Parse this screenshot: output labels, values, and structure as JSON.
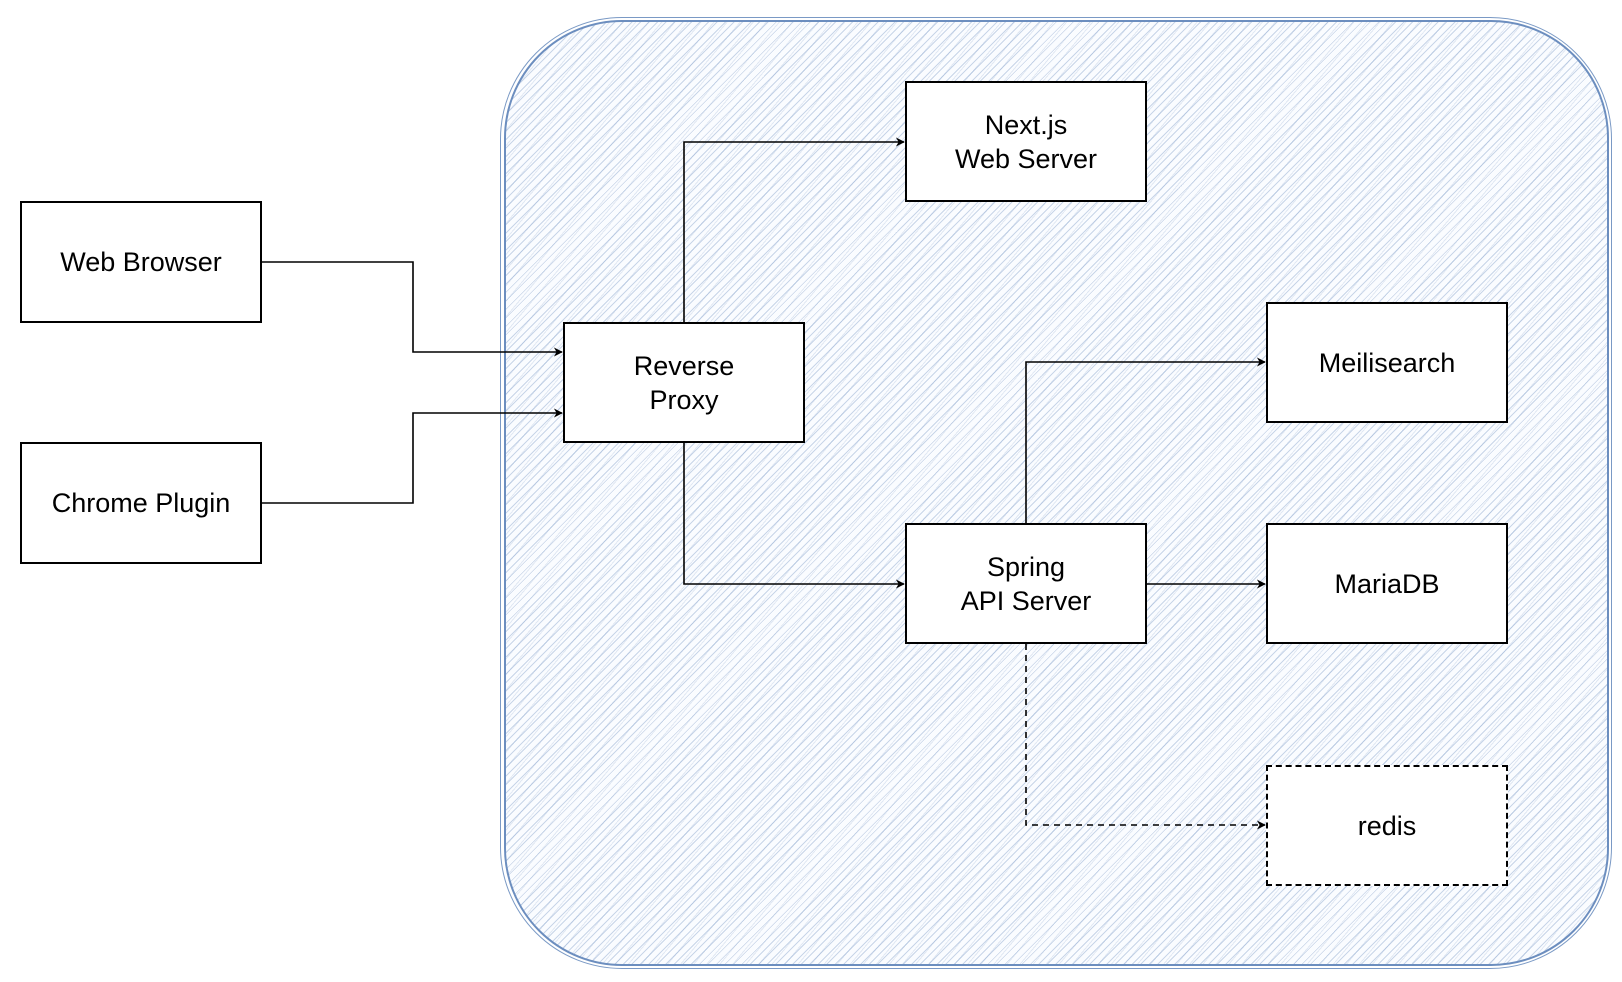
{
  "diagram": {
    "colors": {
      "container_stroke": "#6c8ebf",
      "container_hatch": "#6c8ebf",
      "node_stroke": "#000000",
      "node_fill": "#ffffff",
      "edge": "#000000"
    },
    "nodes": {
      "web_browser": "Web Browser",
      "chrome_plugin": "Chrome Plugin",
      "reverse_proxy": "Reverse\nProxy",
      "nextjs": "Next.js\nWeb Server",
      "spring": "Spring\nAPI Server",
      "meilisearch": "Meilisearch",
      "mariadb": "MariaDB",
      "redis": "redis"
    },
    "edges": [
      {
        "from": "Web Browser",
        "to": "Reverse Proxy",
        "style": "solid"
      },
      {
        "from": "Chrome Plugin",
        "to": "Reverse Proxy",
        "style": "solid"
      },
      {
        "from": "Reverse Proxy",
        "to": "Next.js Web Server",
        "style": "solid"
      },
      {
        "from": "Reverse Proxy",
        "to": "Spring API Server",
        "style": "solid"
      },
      {
        "from": "Spring API Server",
        "to": "Meilisearch",
        "style": "solid"
      },
      {
        "from": "Spring API Server",
        "to": "MariaDB",
        "style": "solid"
      },
      {
        "from": "Spring API Server",
        "to": "redis",
        "style": "dashed"
      }
    ]
  }
}
